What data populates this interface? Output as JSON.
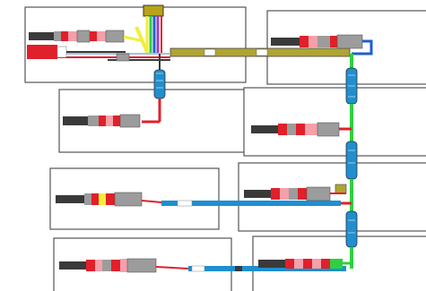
{
  "diagram": {
    "connector_tag": {
      "label": "",
      "color": "#b9a319"
    },
    "modules": [
      {
        "id": "top-left"
      },
      {
        "id": "top-right"
      },
      {
        "id": "middle-left"
      },
      {
        "id": "middle-right"
      },
      {
        "id": "lower-left"
      },
      {
        "id": "lower-right"
      },
      {
        "id": "bottom-left"
      },
      {
        "id": "bottom-right"
      }
    ],
    "colors": {
      "harness_blue": "#1f8fd0",
      "harness_olive": "#b0a433",
      "harness_green": "#2fd040",
      "harness_red": "#e0202a",
      "harness_yellow": "#f2ee3a",
      "harness_pink": "#f4a0aa",
      "plug_gray": "#9c9c9c",
      "plug_dark": "#3a3a3a"
    }
  }
}
